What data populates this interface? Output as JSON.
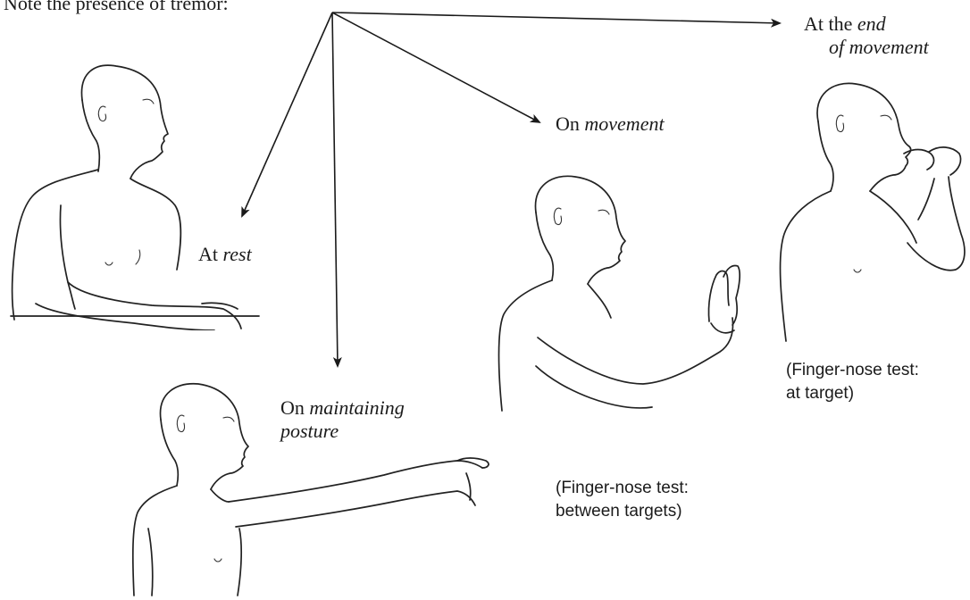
{
  "intro": "Note the presence of tremor:",
  "labels": {
    "rest": {
      "prefix": "At ",
      "emph": "rest"
    },
    "posture": {
      "prefix": "On ",
      "emph": "maintaining",
      "line2": "posture"
    },
    "movement": {
      "prefix": "On ",
      "emph": "movement"
    },
    "end": {
      "line1_prefix": "At the ",
      "line1_emph": "end",
      "line2_emph": "of movement"
    }
  },
  "captions": {
    "between": {
      "line1": "(Finger-nose test:",
      "line2": "between targets)"
    },
    "at_target": {
      "line1": "(Finger-nose test:",
      "line2": "at target)"
    }
  }
}
